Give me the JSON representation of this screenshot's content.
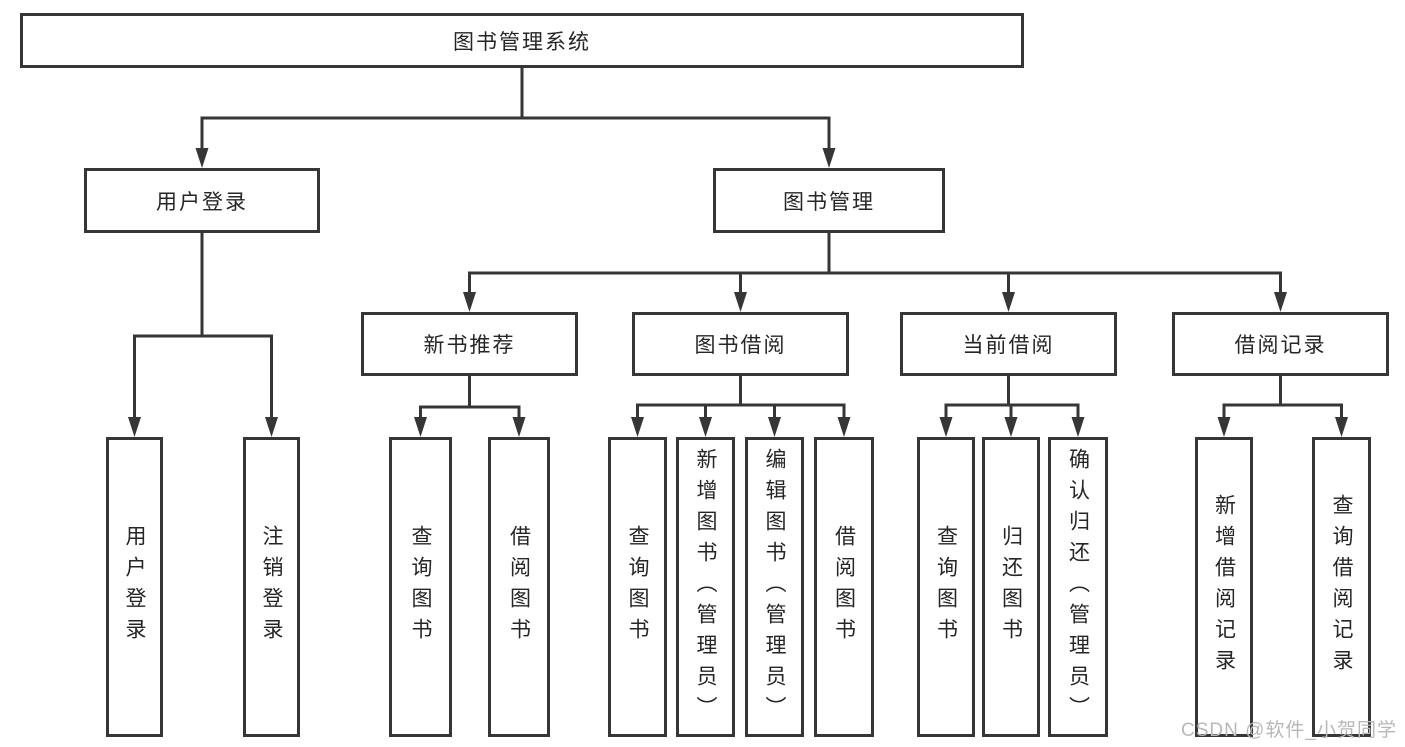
{
  "diagram": {
    "tree": {
      "label": "图书管理系统",
      "children": [
        {
          "label": "用户登录",
          "children": [
            {
              "label": "用户登录"
            },
            {
              "label": "注销登录"
            }
          ]
        },
        {
          "label": "图书管理",
          "children": [
            {
              "label": "新书推荐",
              "children": [
                {
                  "label": "查询图书"
                },
                {
                  "label": "借阅图书"
                }
              ]
            },
            {
              "label": "图书借阅",
              "children": [
                {
                  "label": "查询图书"
                },
                {
                  "label": "新增图书（管理员）"
                },
                {
                  "label": "编辑图书（管理员）"
                },
                {
                  "label": "借阅图书"
                }
              ]
            },
            {
              "label": "当前借阅",
              "children": [
                {
                  "label": "查询图书"
                },
                {
                  "label": "归还图书"
                },
                {
                  "label": "确认归还（管理员）"
                }
              ]
            },
            {
              "label": "借阅记录",
              "children": [
                {
                  "label": "新增借阅记录"
                },
                {
                  "label": "查询借阅记录"
                }
              ]
            }
          ]
        }
      ]
    },
    "watermark": "CSDN @软件_小贺同学",
    "colors": {
      "line": "#363636",
      "box_border": "#363636",
      "text": "#262626",
      "watermark": "#b8b8b8",
      "background": "#ffffff"
    }
  }
}
